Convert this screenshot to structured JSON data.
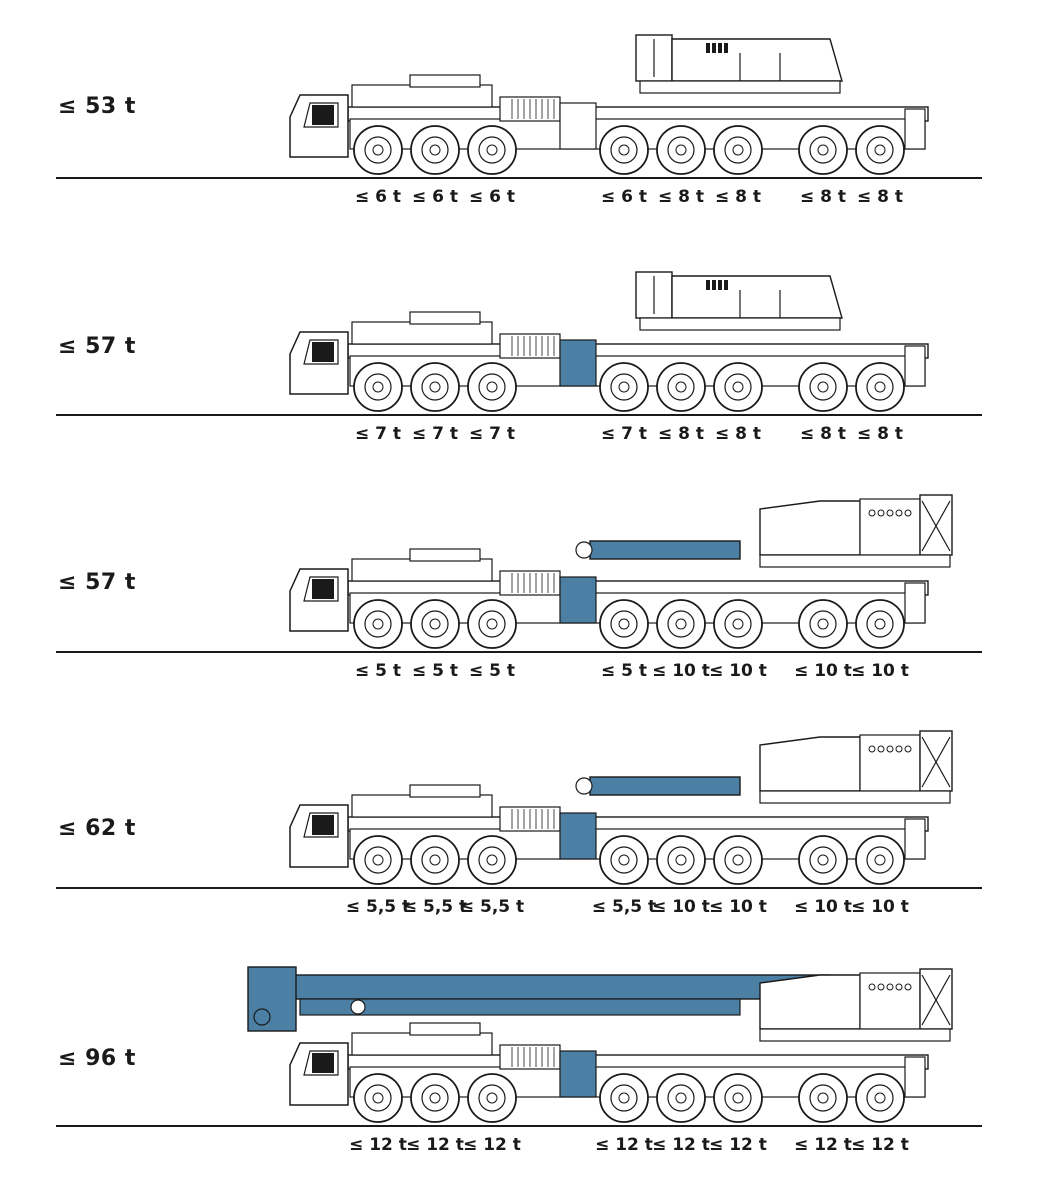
{
  "colors": {
    "counterweight": "#4b7fa3",
    "outline": "#1a1a1a",
    "background": "#ffffff"
  },
  "configs": [
    {
      "id": "cfg-1",
      "total_load": "≤ 53 t",
      "highlight": "none",
      "axle_loads": [
        "≤ 6 t",
        "≤ 6 t",
        "≤ 6 t",
        "≤ 6 t",
        "≤ 8 t",
        "≤ 8 t",
        "≤ 8 t",
        "≤ 8 t"
      ]
    },
    {
      "id": "cfg-2",
      "total_load": "≤ 57 t",
      "highlight": "small",
      "axle_loads": [
        "≤ 7 t",
        "≤ 7 t",
        "≤ 7 t",
        "≤ 7 t",
        "≤ 8 t",
        "≤ 8 t",
        "≤ 8 t",
        "≤ 8 t"
      ]
    },
    {
      "id": "cfg-3",
      "total_load": "≤ 57 t",
      "highlight": "boom-section",
      "axle_loads": [
        "≤ 5 t",
        "≤ 5 t",
        "≤ 5 t",
        "≤ 5 t",
        "≤ 10 t",
        "≤ 10 t",
        "≤ 10 t",
        "≤ 10 t"
      ]
    },
    {
      "id": "cfg-4",
      "total_load": "≤ 62 t",
      "highlight": "boom-section-plus",
      "axle_loads": [
        "≤ 5,5 t",
        "≤ 5,5 t",
        "≤ 5,5 t",
        "≤ 5,5 t",
        "≤ 10 t",
        "≤ 10 t",
        "≤ 10 t",
        "≤ 10 t"
      ]
    },
    {
      "id": "cfg-5",
      "total_load": "≤ 96 t",
      "highlight": "full-boom",
      "axle_loads": [
        "≤ 12 t",
        "≤ 12 t",
        "≤ 12 t",
        "≤ 12 t",
        "≤ 12 t",
        "≤ 12 t",
        "≤ 12 t",
        "≤ 12 t"
      ]
    }
  ]
}
